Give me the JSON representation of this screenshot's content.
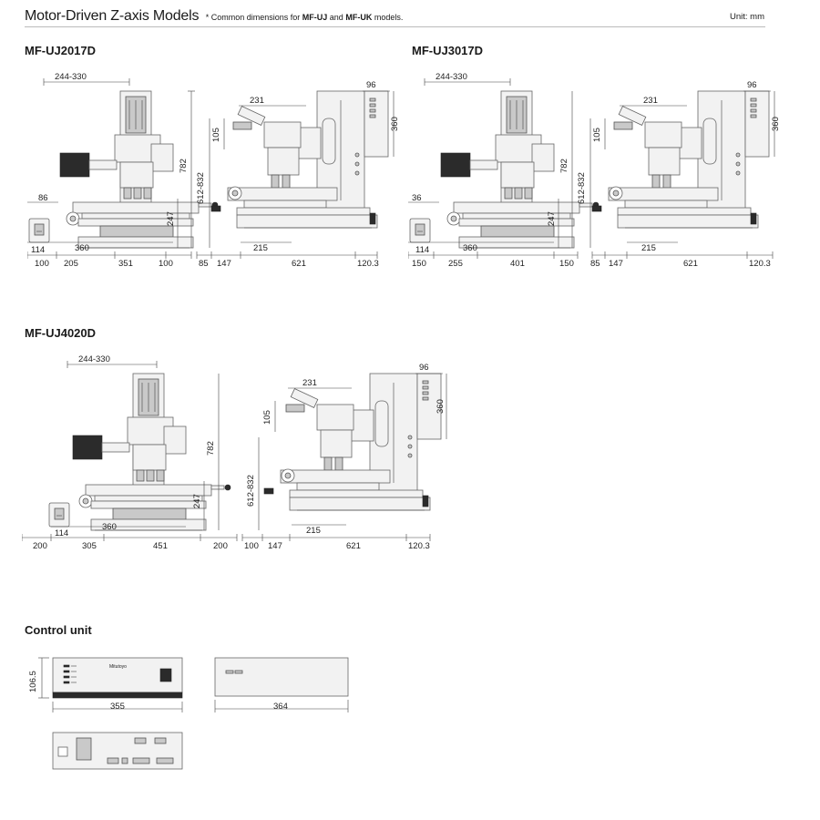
{
  "header": {
    "title": "Motor-Driven Z-axis Models",
    "note_prefix": "* Common dimensions for ",
    "note_b1": "MF-UJ",
    "note_mid": " and ",
    "note_b2": "MF-UK",
    "note_suffix": " models.",
    "unit": "Unit: mm"
  },
  "models": [
    {
      "name": "MF-UJ2017D",
      "front": {
        "d_top": "244-330",
        "d_height": "782",
        "d_stage": "247",
        "d_left": "86",
        "d_ctrl": "114",
        "d_base": "360",
        "d_b1": "100",
        "d_b2": "205",
        "d_b3": "351",
        "d_b4": "100"
      },
      "side": {
        "d_top": "231",
        "d_w": "96",
        "d_h": "360",
        "d_105": "105",
        "d_range": "612-832",
        "d_215": "215",
        "d_b1": "85",
        "d_b2": "147",
        "d_b3": "621",
        "d_b4": "120.3"
      }
    },
    {
      "name": "MF-UJ3017D",
      "front": {
        "d_top": "244-330",
        "d_height": "782",
        "d_stage": "247",
        "d_left": "36",
        "d_ctrl": "114",
        "d_base": "360",
        "d_b1": "150",
        "d_b2": "255",
        "d_b3": "401",
        "d_b4": "150"
      },
      "side": {
        "d_top": "231",
        "d_w": "96",
        "d_h": "360",
        "d_105": "105",
        "d_range": "612-832",
        "d_215": "215",
        "d_b1": "85",
        "d_b2": "147",
        "d_b3": "621",
        "d_b4": "120.3"
      }
    },
    {
      "name": "MF-UJ4020D",
      "front": {
        "d_top": "244-330",
        "d_height": "782",
        "d_stage": "247",
        "d_left": "",
        "d_ctrl": "114",
        "d_base": "360",
        "d_b1": "200",
        "d_b2": "305",
        "d_b3": "451",
        "d_b4": "200"
      },
      "side": {
        "d_top": "231",
        "d_w": "96",
        "d_h": "360",
        "d_105": "105",
        "d_range": "612-832",
        "d_215": "215",
        "d_b1": "100",
        "d_b2": "147",
        "d_b3": "621",
        "d_b4": "120.3"
      }
    }
  ],
  "control_unit": {
    "title": "Control unit",
    "height": "106.5",
    "width": "355",
    "depth": "364",
    "brand": "Mitutoyo"
  }
}
